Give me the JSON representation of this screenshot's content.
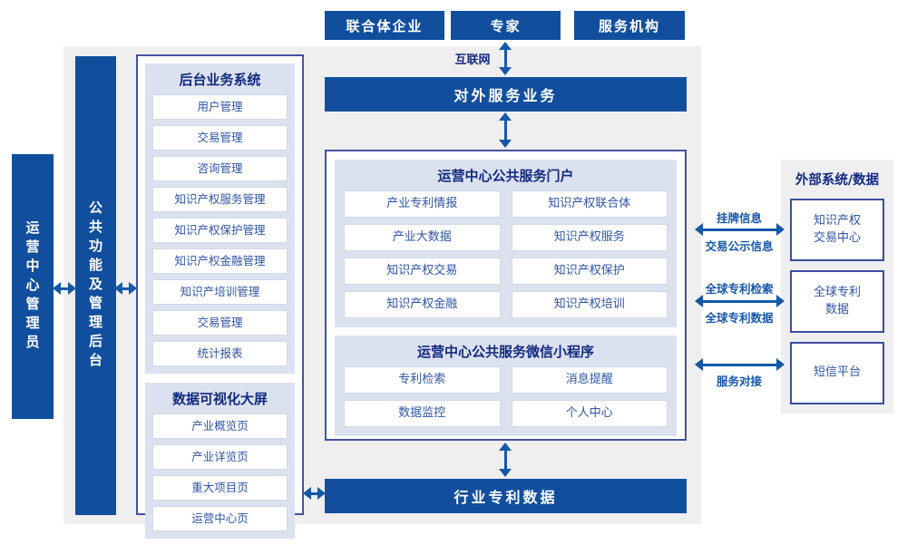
{
  "colors": {
    "primary_blue": "#114f9e",
    "arrow_blue": "#1459a8",
    "panel_border": "#47519f",
    "lavender_panel": "#dce1ef",
    "gray_background": "#efefef",
    "title_text": "#122a7f",
    "item_text": "#2f55a5"
  },
  "top_actors": [
    {
      "label": "联合体企业"
    },
    {
      "label": "专家"
    },
    {
      "label": "服务机构"
    }
  ],
  "internet_label": "互联网",
  "external_service_bar": "对外服务业务",
  "left_bars": {
    "admin": "运营中心管理员",
    "backend": "公共功能及管理后台"
  },
  "backend_panel": {
    "title": "后台业务系统",
    "items": [
      "用户管理",
      "交易管理",
      "咨询管理",
      "知识产权服务管理",
      "知识产权保护管理",
      "知识产权金融管理",
      "知识产培训管理",
      "交易管理",
      "统计报表"
    ]
  },
  "datascreen_panel": {
    "title": "数据可视化大屏",
    "items": [
      "产业概览页",
      "产业详览页",
      "重大项目页",
      "运营中心页"
    ]
  },
  "portal_panel": {
    "title": "运营中心公共服务门户",
    "items": [
      "产业专利情报",
      "知识产权联合体",
      "产业大数据",
      "知识产权服务",
      "知识产权交易",
      "知识产权保护",
      "知识产权金融",
      "知识产权培训"
    ]
  },
  "miniprogram_panel": {
    "title": "运营中心公共服务微信小程序",
    "items": [
      "专利检索",
      "消息提醒",
      "数据监控",
      "个人中心"
    ]
  },
  "industry_patent_bar": "行业专利数据",
  "external_panel": {
    "title": "外部系统/数据",
    "boxes": [
      {
        "lines": [
          "知识产权",
          "交易中心"
        ]
      },
      {
        "lines": [
          "全球专利",
          "数据"
        ]
      },
      {
        "lines": [
          "短信平台"
        ]
      }
    ]
  },
  "link_labels": {
    "r1_top": "挂牌信息",
    "r1_bottom": "交易公示信息",
    "r2_top": "全球专利检索",
    "r2_bottom": "全球专利数据",
    "r3_bottom": "服务对接"
  }
}
